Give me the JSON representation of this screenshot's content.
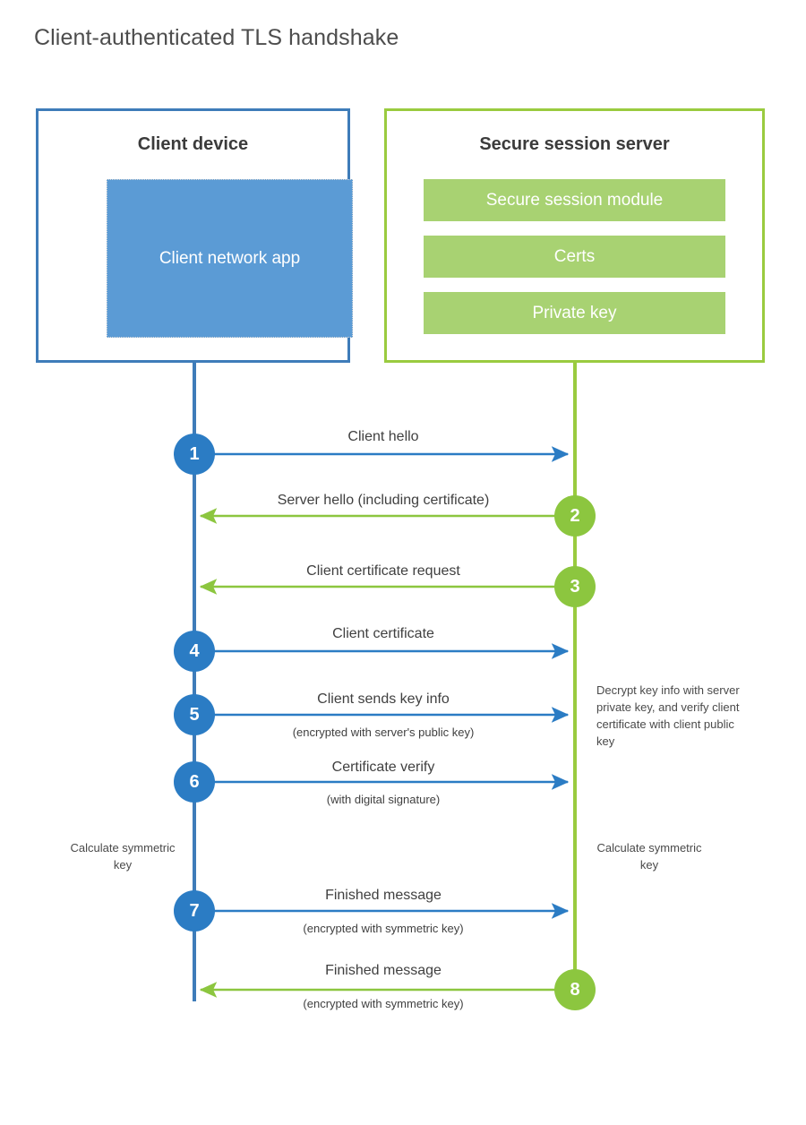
{
  "diagram": {
    "title": "Client-authenticated TLS handshake",
    "colors": {
      "client_accent": "#3e7cb9",
      "client_circle": "#2b7cc4",
      "client_app_fill": "#5b9bd5",
      "server_accent": "#9acb3f",
      "server_circle": "#8cc63f",
      "server_module_fill": "#a8d272",
      "text": "#404040",
      "title_text": "#4d4d4d"
    }
  },
  "parties": {
    "client": {
      "title": "Client device",
      "app_label": "Client network app"
    },
    "server": {
      "title": "Secure session server",
      "modules": [
        {
          "label": "Secure session module"
        },
        {
          "label": "Certs"
        },
        {
          "label": "Private key"
        }
      ]
    }
  },
  "steps": [
    {
      "number": "1",
      "label": "Client hello",
      "sub": "",
      "direction": "client-to-server",
      "side": "client"
    },
    {
      "number": "2",
      "label": "Server hello (including certificate)",
      "sub": "",
      "direction": "server-to-client",
      "side": "server"
    },
    {
      "number": "3",
      "label": "Client certificate request",
      "sub": "",
      "direction": "server-to-client",
      "side": "server"
    },
    {
      "number": "4",
      "label": "Client certificate",
      "sub": "",
      "direction": "client-to-server",
      "side": "client"
    },
    {
      "number": "5",
      "label": "Client sends key info",
      "sub": "(encrypted with server's public key)",
      "direction": "client-to-server",
      "side": "client"
    },
    {
      "number": "6",
      "label": "Certificate verify",
      "sub": "(with digital signature)",
      "direction": "client-to-server",
      "side": "client"
    },
    {
      "number": "7",
      "label": "Finished message",
      "sub": "(encrypted with symmetric key)",
      "direction": "client-to-server",
      "side": "client"
    },
    {
      "number": "8",
      "label": "Finished message",
      "sub": "(encrypted with symmetric key)",
      "direction": "server-to-client",
      "side": "server"
    }
  ],
  "annotations": {
    "server_decrypt": "Decrypt key info with server private key, and verify client certificate with client public key",
    "client_calculate": "Calculate symmetric key",
    "server_calculate": "Calculate symmetric key"
  }
}
